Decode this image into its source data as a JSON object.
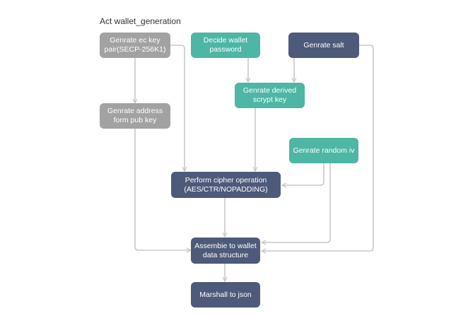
{
  "diagram": {
    "title": "Act wallet_generation",
    "nodes": {
      "gen_ec_key": {
        "label": "Genrate ec key pair(SECP-256K1)",
        "color": "#a2a2a2"
      },
      "decide_password": {
        "label": "Decide wallet password",
        "color": "#4db6a4"
      },
      "gen_salt": {
        "label": "Genrate salt",
        "color": "#4e5a7a"
      },
      "gen_derived_key": {
        "label": "Genrate derived scrypt key",
        "color": "#4db6a4"
      },
      "gen_address": {
        "label": "Genrate address form pub key",
        "color": "#a2a2a2"
      },
      "gen_random_iv": {
        "label": "Genrate random iv",
        "color": "#4db6a4"
      },
      "cipher_op": {
        "label": "Perform cipher operation (AES/CTR/NOPADDING)",
        "color": "#4e5a7a"
      },
      "assemble": {
        "label": "Assembie to wallet data structure",
        "color": "#4e5a7a"
      },
      "marshal": {
        "label": "Marshall to json",
        "color": "#4e5a7a"
      }
    },
    "edge_color": "#c8c8c8"
  }
}
